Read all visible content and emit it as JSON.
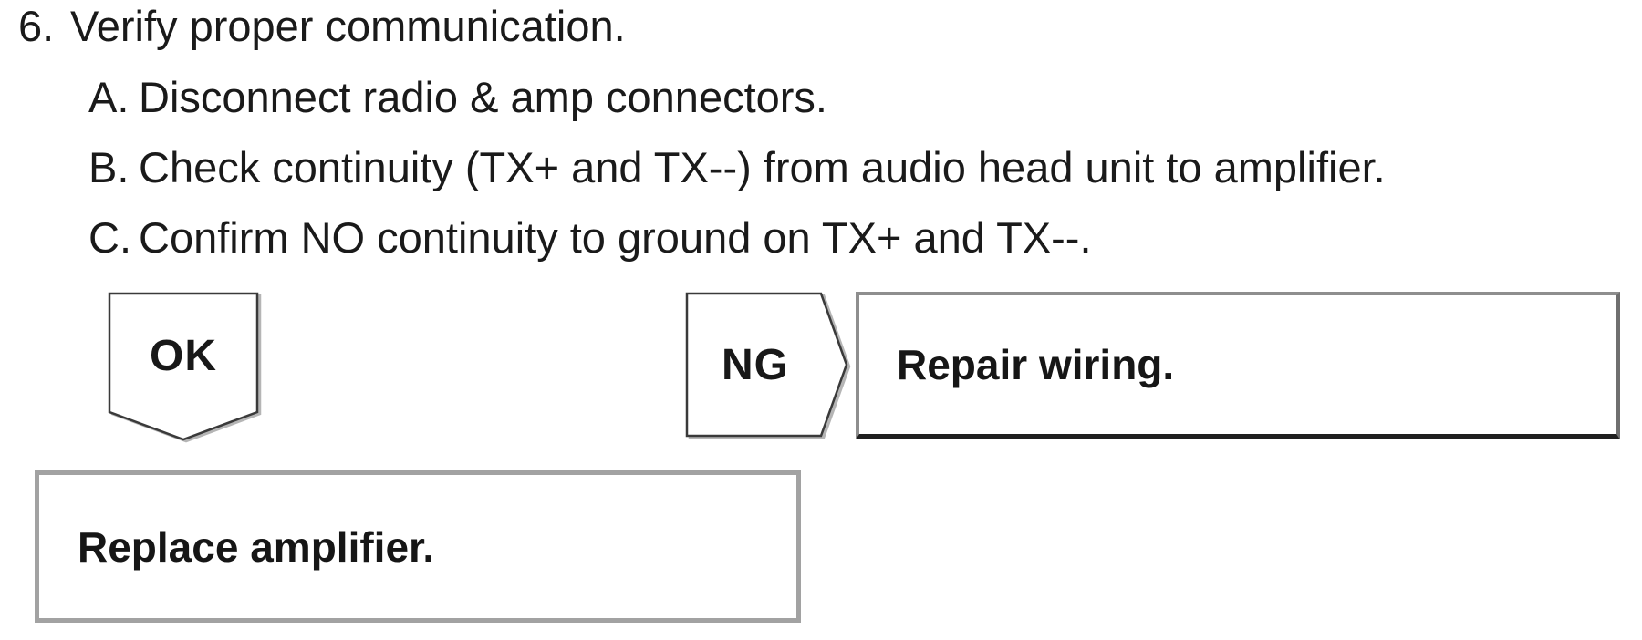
{
  "step": {
    "number": "6.",
    "title": "Verify proper communication.",
    "substeps": [
      {
        "label": "A.",
        "text": "Disconnect radio & amp connectors."
      },
      {
        "label": "B.",
        "text": "Check continuity (TX+ and TX--) from audio head unit to amplifier."
      },
      {
        "label": "C.",
        "text": "Confirm NO continuity to ground on TX+ and TX--."
      }
    ]
  },
  "flowchart": {
    "ok_connector_label": "OK",
    "ng_connector_label": "NG",
    "ng_result_text": "Repair wiring.",
    "ok_result_text": "Replace amplifier."
  },
  "colors": {
    "text": "#1a1a1a",
    "pentagon_stroke": "#3a3a3a",
    "result_box_gray_border": "#8e8e8e",
    "result_box_dark_border": "#1f1f1f",
    "replace_box_border": "#a2a2a2",
    "shadow": "#b5b5b5",
    "background": "#ffffff"
  }
}
